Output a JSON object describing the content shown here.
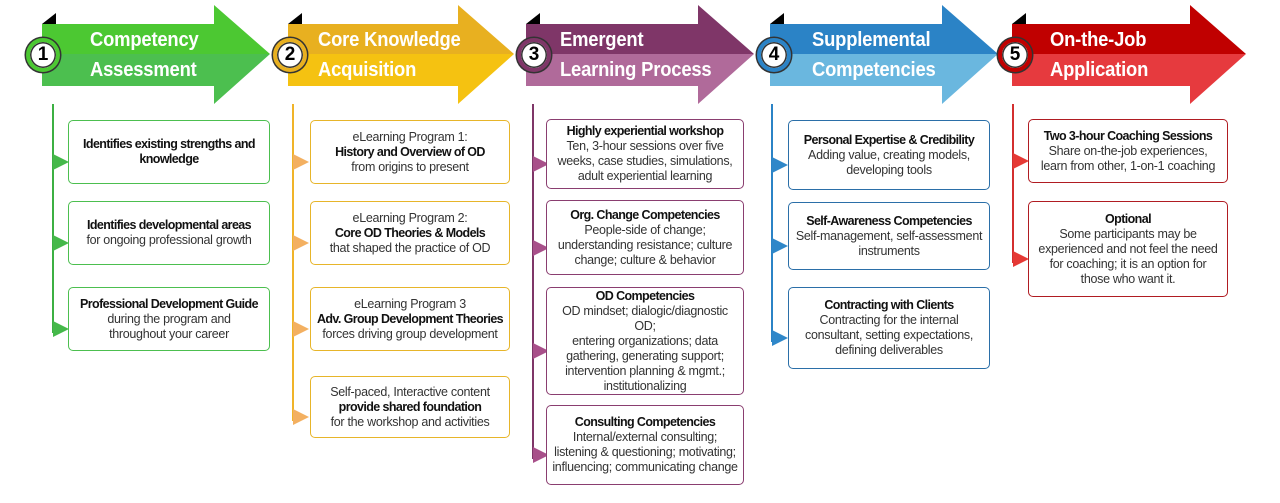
{
  "colors": {
    "green": {
      "top": "#4cc832",
      "bottom": "#4cbf4f",
      "line": "#3cb043",
      "pointer": "#45b84a",
      "border": "#4cbf4f"
    },
    "gold": {
      "top": "#e8b020",
      "bottom": "#f5c211",
      "line": "#f0b429",
      "pointer": "#f3b061",
      "border": "#e7b52a"
    },
    "purple": {
      "top": "#7f3668",
      "bottom": "#b06a9a",
      "line": "#7f3668",
      "pointer": "#a8508a",
      "border": "#8a3e70"
    },
    "blue": {
      "top": "#2b83c6",
      "bottom": "#6ab7df",
      "line": "#2b83c6",
      "pointer": "#2f87c9",
      "border": "#2b6fa8"
    },
    "red": {
      "top": "#c00000",
      "bottom": "#e63a3e",
      "line": "#d32f2f",
      "pointer": "#e53935",
      "border": "#b01c22"
    }
  },
  "stages": [
    {
      "number": "1",
      "title_line1": "Competency",
      "title_line2": "Assessment",
      "color": "green",
      "items": [
        {
          "lines": [
            {
              "t": "Identifies existing strengths and",
              "b": true
            },
            {
              "t": "knowledge",
              "b": true
            }
          ]
        },
        {
          "lines": [
            {
              "t": "Identifies developmental areas",
              "b": true
            },
            {
              "t": "for ongoing professional growth",
              "b": false
            }
          ]
        },
        {
          "lines": [
            {
              "t": "Professional Development Guide",
              "b": true
            },
            {
              "t": "during the program and",
              "b": false
            },
            {
              "t": "throughout your career",
              "b": false
            }
          ]
        }
      ]
    },
    {
      "number": "2",
      "title_line1": "Core Knowledge",
      "title_line2": "Acquisition",
      "color": "gold",
      "items": [
        {
          "lines": [
            {
              "t": "eLearning Program 1:",
              "b": false
            },
            {
              "t": "History and Overview of OD",
              "b": true
            },
            {
              "t": "from origins to present",
              "b": false
            }
          ]
        },
        {
          "lines": [
            {
              "t": "eLearning Program 2:",
              "b": false
            },
            {
              "t": "Core OD Theories & Models",
              "b": true
            },
            {
              "t": "that shaped the practice of OD",
              "b": false
            }
          ]
        },
        {
          "lines": [
            {
              "t": "eLearning Program 3",
              "b": false
            },
            {
              "t": "Adv. Group Development Theories",
              "b": true
            },
            {
              "t": "forces driving group development",
              "b": false
            }
          ]
        },
        {
          "lines": [
            {
              "t": "Self-paced, Interactive content",
              "b": false
            },
            {
              "t": "provide shared foundation",
              "b": true
            },
            {
              "t": "for the workshop and activities",
              "b": false
            }
          ]
        }
      ]
    },
    {
      "number": "3",
      "title_line1": "Emergent",
      "title_line2": "Learning Process",
      "color": "purple",
      "items": [
        {
          "lines": [
            {
              "t": "Highly experiential workshop",
              "b": true
            },
            {
              "t": "Ten, 3-hour sessions over five",
              "b": false
            },
            {
              "t": "weeks, case studies, simulations,",
              "b": false
            },
            {
              "t": "adult experiential learning",
              "b": false
            }
          ]
        },
        {
          "lines": [
            {
              "t": "Org. Change Competencies",
              "b": true
            },
            {
              "t": "People-side of change;",
              "b": false
            },
            {
              "t": "understanding resistance; culture",
              "b": false
            },
            {
              "t": "change; culture & behavior",
              "b": false
            }
          ]
        },
        {
          "lines": [
            {
              "t": "OD Competencies",
              "b": true
            },
            {
              "t": "OD mindset; dialogic/diagnostic OD;",
              "b": false
            },
            {
              "t": "entering organizations; data",
              "b": false
            },
            {
              "t": "gathering, generating support;",
              "b": false
            },
            {
              "t": "intervention planning & mgmt.;",
              "b": false
            },
            {
              "t": "institutionalizing",
              "b": false
            }
          ]
        },
        {
          "lines": [
            {
              "t": "Consulting Competencies",
              "b": true
            },
            {
              "t": "Internal/external consulting;",
              "b": false
            },
            {
              "t": "listening & questioning; motivating;",
              "b": false
            },
            {
              "t": "influencing; communicating change",
              "b": false
            }
          ]
        }
      ]
    },
    {
      "number": "4",
      "title_line1": "Supplemental",
      "title_line2": "Competencies",
      "color": "blue",
      "items": [
        {
          "lines": [
            {
              "t": "Personal Expertise & Credibility",
              "b": true
            },
            {
              "t": "Adding value, creating models,",
              "b": false
            },
            {
              "t": "developing tools",
              "b": false
            }
          ]
        },
        {
          "lines": [
            {
              "t": "Self-Awareness Competencies",
              "b": true
            },
            {
              "t": "Self-management, self-assessment",
              "b": false
            },
            {
              "t": "instruments",
              "b": false
            }
          ]
        },
        {
          "lines": [
            {
              "t": "Contracting with Clients",
              "b": true
            },
            {
              "t": "Contracting for the internal",
              "b": false
            },
            {
              "t": "consultant, setting expectations,",
              "b": false
            },
            {
              "t": "defining deliverables",
              "b": false
            }
          ]
        }
      ]
    },
    {
      "number": "5",
      "title_line1": "On-the-Job",
      "title_line2": "Application",
      "color": "red",
      "items": [
        {
          "lines": [
            {
              "t": "Two 3-hour Coaching Sessions",
              "b": true
            },
            {
              "t": "Share on-the-job experiences,",
              "b": false
            },
            {
              "t": "learn from other, 1-on-1 coaching",
              "b": false
            }
          ]
        },
        {
          "lines": [
            {
              "t": "Optional",
              "b": true
            },
            {
              "t": "Some participants may be",
              "b": false
            },
            {
              "t": "experienced and not feel the need",
              "b": false
            },
            {
              "t": "for coaching; it is an option for",
              "b": false
            },
            {
              "t": "those who want it.",
              "b": false
            }
          ]
        }
      ]
    }
  ]
}
